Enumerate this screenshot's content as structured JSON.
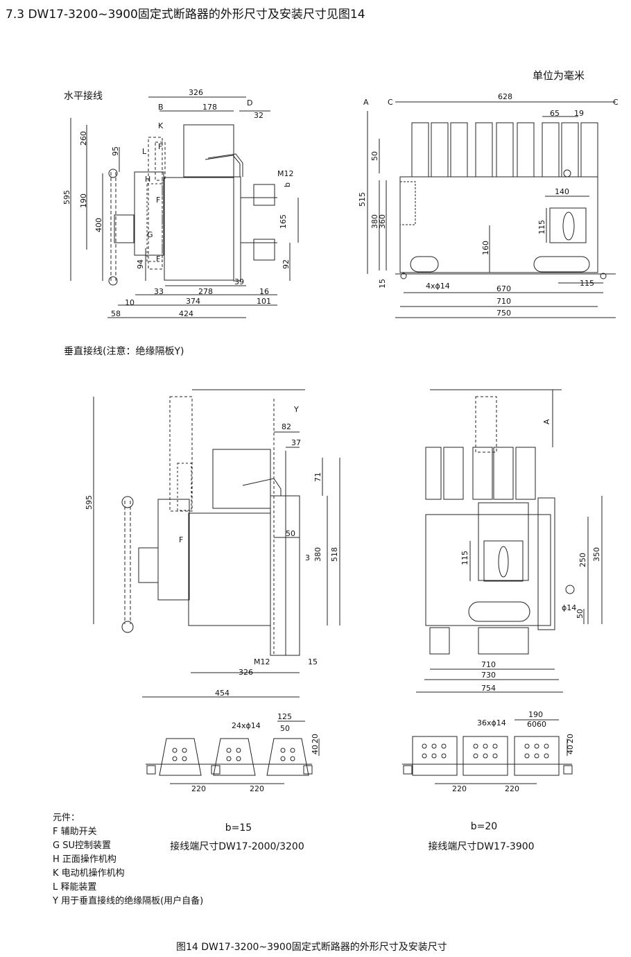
{
  "header": {
    "title": "7.3 DW17-3200~3900固定式断路器的外形尺寸及安装尺寸见图14",
    "unit": "单位为毫米"
  },
  "views": {
    "horizontal_label": "水平接线",
    "vertical_label": "垂直接线(注意：绝缘隔板Y)"
  },
  "dims": {
    "h1": [
      "326",
      "B",
      "178",
      "D",
      "K",
      "32",
      "260",
      "95",
      "L",
      "F",
      "H",
      "M12",
      "b",
      "595",
      "190",
      "400",
      "F",
      "G",
      "165",
      "F",
      "94",
      "92",
      "33",
      "278",
      "39",
      "16",
      "10",
      "374",
      "101",
      "58",
      "424"
    ],
    "h2": [
      "A",
      "C",
      "628",
      "C",
      "65",
      "19",
      "50",
      "515",
      "140",
      "380",
      "360",
      "115",
      "160",
      "15",
      "4xϕ14",
      "115",
      "670",
      "710",
      "750"
    ],
    "v1": [
      "Y",
      "82",
      "37",
      "71",
      "595",
      "50",
      "380",
      "518",
      "3",
      "F",
      "M12",
      "15",
      "326",
      "454"
    ],
    "v2": [
      "A",
      "115",
      "250",
      "350",
      "ϕ14",
      "50",
      "710",
      "730",
      "754"
    ],
    "t1": [
      "125",
      "24xϕ14",
      "50",
      "20",
      "40",
      "220",
      "220"
    ],
    "t2": [
      "190",
      "36xϕ14",
      "6060",
      "20",
      "40",
      "220",
      "220"
    ]
  },
  "terminals": {
    "left_b": "b=15",
    "left_desc": "接线端尺寸DW17-2000/3200",
    "right_b": "b=20",
    "right_desc": "接线端尺寸DW17-3900"
  },
  "legend": {
    "heading": "元件：",
    "items": [
      "F   辅助开关",
      "G  SU控制装置",
      "H  正面操作机构",
      "K  电动机操作机构",
      "L  释能装置",
      "Y  用于垂直接线的绝缘隔板(用户自备)"
    ]
  },
  "caption": "图14    DW17-3200~3900固定式断路器的外形尺寸及安装尺寸"
}
